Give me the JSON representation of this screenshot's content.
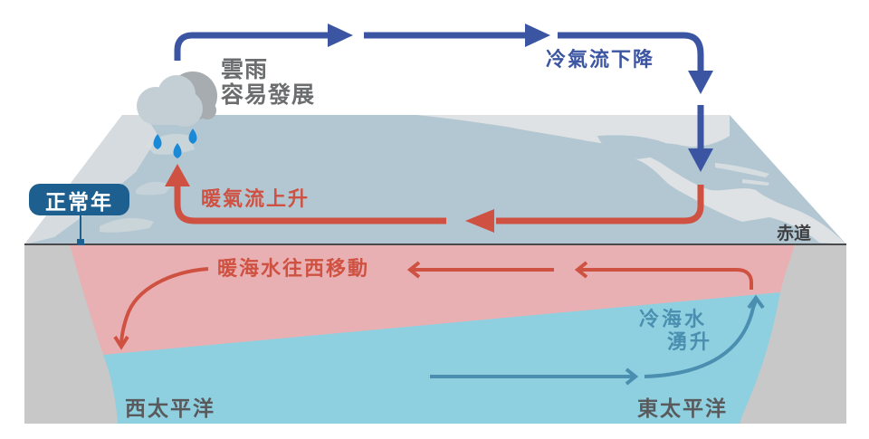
{
  "diagram": {
    "state_badge": "正常年",
    "equator_label": "赤道",
    "atmosphere": {
      "cloud_label_line1": "雲雨",
      "cloud_label_line2": "容易發展",
      "cold_air_label": "冷氣流下降",
      "warm_air_label": "暖氣流上升"
    },
    "ocean": {
      "warm_water_label": "暖海水往西移動",
      "cold_water_label_line1": "冷海水",
      "cold_water_label_line2": "湧升",
      "west_label": "西太平洋",
      "east_label": "東太平洋"
    },
    "colors": {
      "cold_air_arrow": "#3b55a3",
      "warm_air_arrow": "#cf5141",
      "warm_water": "#e8b0b2",
      "cold_water": "#8ecfe0",
      "cold_water_arrow": "#4a8fb0",
      "land_cross_section": "#c8c8c8",
      "map_ocean": "#b3c7d3",
      "map_land": "#dfe2e4",
      "badge": "#1d5f8f",
      "raindrop": "#1a8ad8"
    }
  }
}
